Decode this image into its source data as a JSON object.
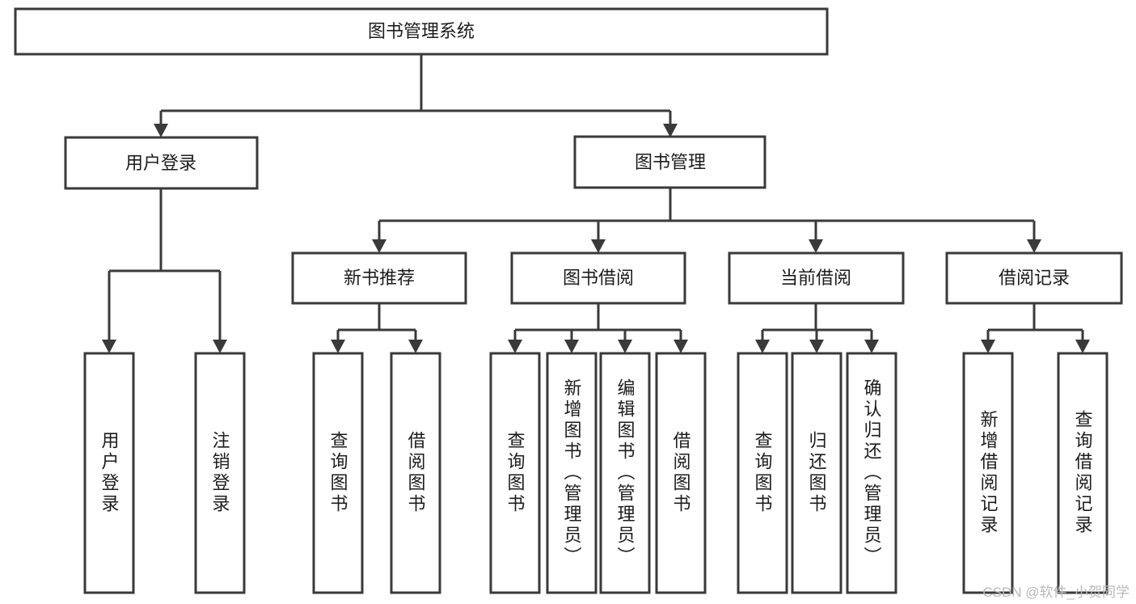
{
  "diagram": {
    "title": "图书管理系统",
    "type": "hierarchy-tree",
    "root": {
      "id": "root",
      "label": "图书管理系统",
      "orientation": "horizontal"
    },
    "level1": [
      {
        "id": "user-login",
        "label": "用户登录",
        "orientation": "horizontal"
      },
      {
        "id": "book-manage",
        "label": "图书管理",
        "orientation": "horizontal"
      }
    ],
    "level2": [
      {
        "id": "new-book-recommend",
        "label": "新书推荐",
        "parent": "book-manage",
        "orientation": "horizontal"
      },
      {
        "id": "book-borrow",
        "label": "图书借阅",
        "parent": "book-manage",
        "orientation": "horizontal"
      },
      {
        "id": "current-borrow",
        "label": "当前借阅",
        "parent": "book-manage",
        "orientation": "horizontal"
      },
      {
        "id": "borrow-record",
        "label": "借阅记录",
        "parent": "book-manage",
        "orientation": "horizontal"
      }
    ],
    "leaves": [
      {
        "id": "leaf-user-login",
        "label": "用户登录",
        "parent": "user-login",
        "orientation": "vertical"
      },
      {
        "id": "leaf-logout-login",
        "label": "注销登录",
        "parent": "user-login",
        "orientation": "vertical"
      },
      {
        "id": "leaf-query-book-1",
        "label": "查询图书",
        "parent": "new-book-recommend",
        "orientation": "vertical"
      },
      {
        "id": "leaf-borrow-book-1",
        "label": "借阅图书",
        "parent": "new-book-recommend",
        "orientation": "vertical"
      },
      {
        "id": "leaf-query-book-2",
        "label": "查询图书",
        "parent": "book-borrow",
        "orientation": "vertical"
      },
      {
        "id": "leaf-add-book",
        "label": "新增图书（管理员）",
        "parent": "book-borrow",
        "orientation": "vertical"
      },
      {
        "id": "leaf-edit-book",
        "label": "编辑图书（管理员）",
        "parent": "book-borrow",
        "orientation": "vertical"
      },
      {
        "id": "leaf-borrow-book-2",
        "label": "借阅图书",
        "parent": "book-borrow",
        "orientation": "vertical"
      },
      {
        "id": "leaf-query-book-3",
        "label": "查询图书",
        "parent": "current-borrow",
        "orientation": "vertical"
      },
      {
        "id": "leaf-return-book",
        "label": "归还图书",
        "parent": "current-borrow",
        "orientation": "vertical"
      },
      {
        "id": "leaf-confirm-return",
        "label": "确认归还（管理员）",
        "parent": "current-borrow",
        "orientation": "vertical"
      },
      {
        "id": "leaf-add-record",
        "label": "新增借阅记录",
        "parent": "borrow-record",
        "orientation": "vertical"
      },
      {
        "id": "leaf-query-record",
        "label": "查询借阅记录",
        "parent": "borrow-record",
        "orientation": "vertical"
      }
    ],
    "colors": {
      "stroke": "#3a3a3a",
      "fill": "#ffffff",
      "text": "#1c1c1c",
      "background": "#ffffff",
      "watermark": "#b9b9b9"
    }
  },
  "watermark": {
    "text": "CSDN @软件_小贺同学"
  }
}
